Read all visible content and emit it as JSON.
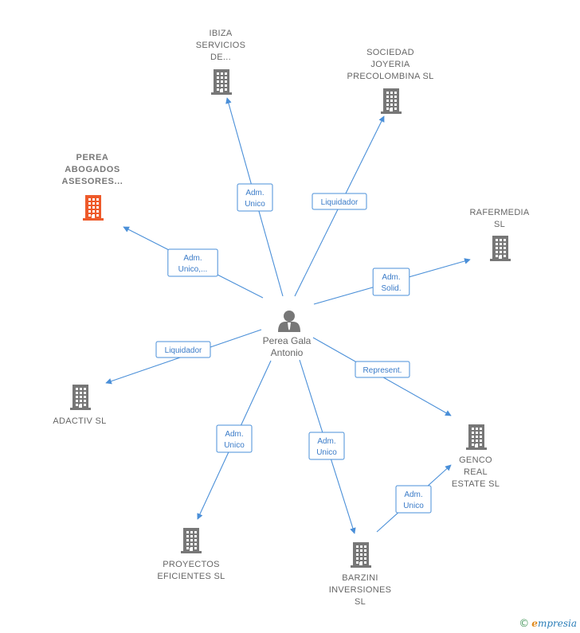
{
  "center": {
    "name_lines": [
      "Perea Gala",
      "Antonio"
    ]
  },
  "nodes": [
    {
      "id": "ibiza",
      "lines": [
        "IBIZA",
        "SERVICIOS",
        "DE..."
      ],
      "color": "#777777",
      "highlight": false
    },
    {
      "id": "sociedad",
      "lines": [
        "SOCIEDAD",
        "JOYERIA",
        "PRECOLOMBINA SL"
      ],
      "color": "#777777",
      "highlight": false
    },
    {
      "id": "perea",
      "lines": [
        "PEREA",
        "ABOGADOS",
        "ASESORES..."
      ],
      "color": "#ee5a2a",
      "highlight": true
    },
    {
      "id": "rafermedia",
      "lines": [
        "RAFERMEDIA",
        "SL"
      ],
      "color": "#777777",
      "highlight": false
    },
    {
      "id": "adactiv",
      "lines": [
        "ADACTIV SL"
      ],
      "color": "#777777",
      "highlight": false
    },
    {
      "id": "genco",
      "lines": [
        "GENCO",
        "REAL",
        "ESTATE  SL"
      ],
      "color": "#777777",
      "highlight": false
    },
    {
      "id": "proyectos",
      "lines": [
        "PROYECTOS",
        "EFICIENTES SL"
      ],
      "color": "#777777",
      "highlight": false
    },
    {
      "id": "barzini",
      "lines": [
        "BARZINI",
        "INVERSIONES",
        "SL"
      ],
      "color": "#777777",
      "highlight": false
    }
  ],
  "edges": [
    {
      "from": "center",
      "to": "ibiza",
      "label_lines": [
        "Adm.",
        "Unico"
      ]
    },
    {
      "from": "center",
      "to": "sociedad",
      "label_lines": [
        "Liquidador"
      ]
    },
    {
      "from": "center",
      "to": "perea",
      "label_lines": [
        "Adm.",
        "Unico,..."
      ]
    },
    {
      "from": "center",
      "to": "rafermedia",
      "label_lines": [
        "Adm.",
        "Solid."
      ]
    },
    {
      "from": "center",
      "to": "adactiv",
      "label_lines": [
        "Liquidador"
      ]
    },
    {
      "from": "center",
      "to": "genco",
      "label_lines": [
        "Represent."
      ]
    },
    {
      "from": "center",
      "to": "proyectos",
      "label_lines": [
        "Adm.",
        "Unico"
      ]
    },
    {
      "from": "center",
      "to": "barzini",
      "label_lines": [
        "Adm.",
        "Unico"
      ]
    },
    {
      "from": "barzini",
      "to": "genco",
      "label_lines": [
        "Adm.",
        "Unico"
      ]
    }
  ],
  "colors": {
    "edge": "#4a8fd8",
    "edge_text": "#3a7bc8",
    "building": "#777777",
    "building_highlight": "#ee5a2a",
    "person": "#777777"
  },
  "footer": {
    "copyright_symbol": "©",
    "brand_initial": "e",
    "brand_rest": "mpresia"
  }
}
